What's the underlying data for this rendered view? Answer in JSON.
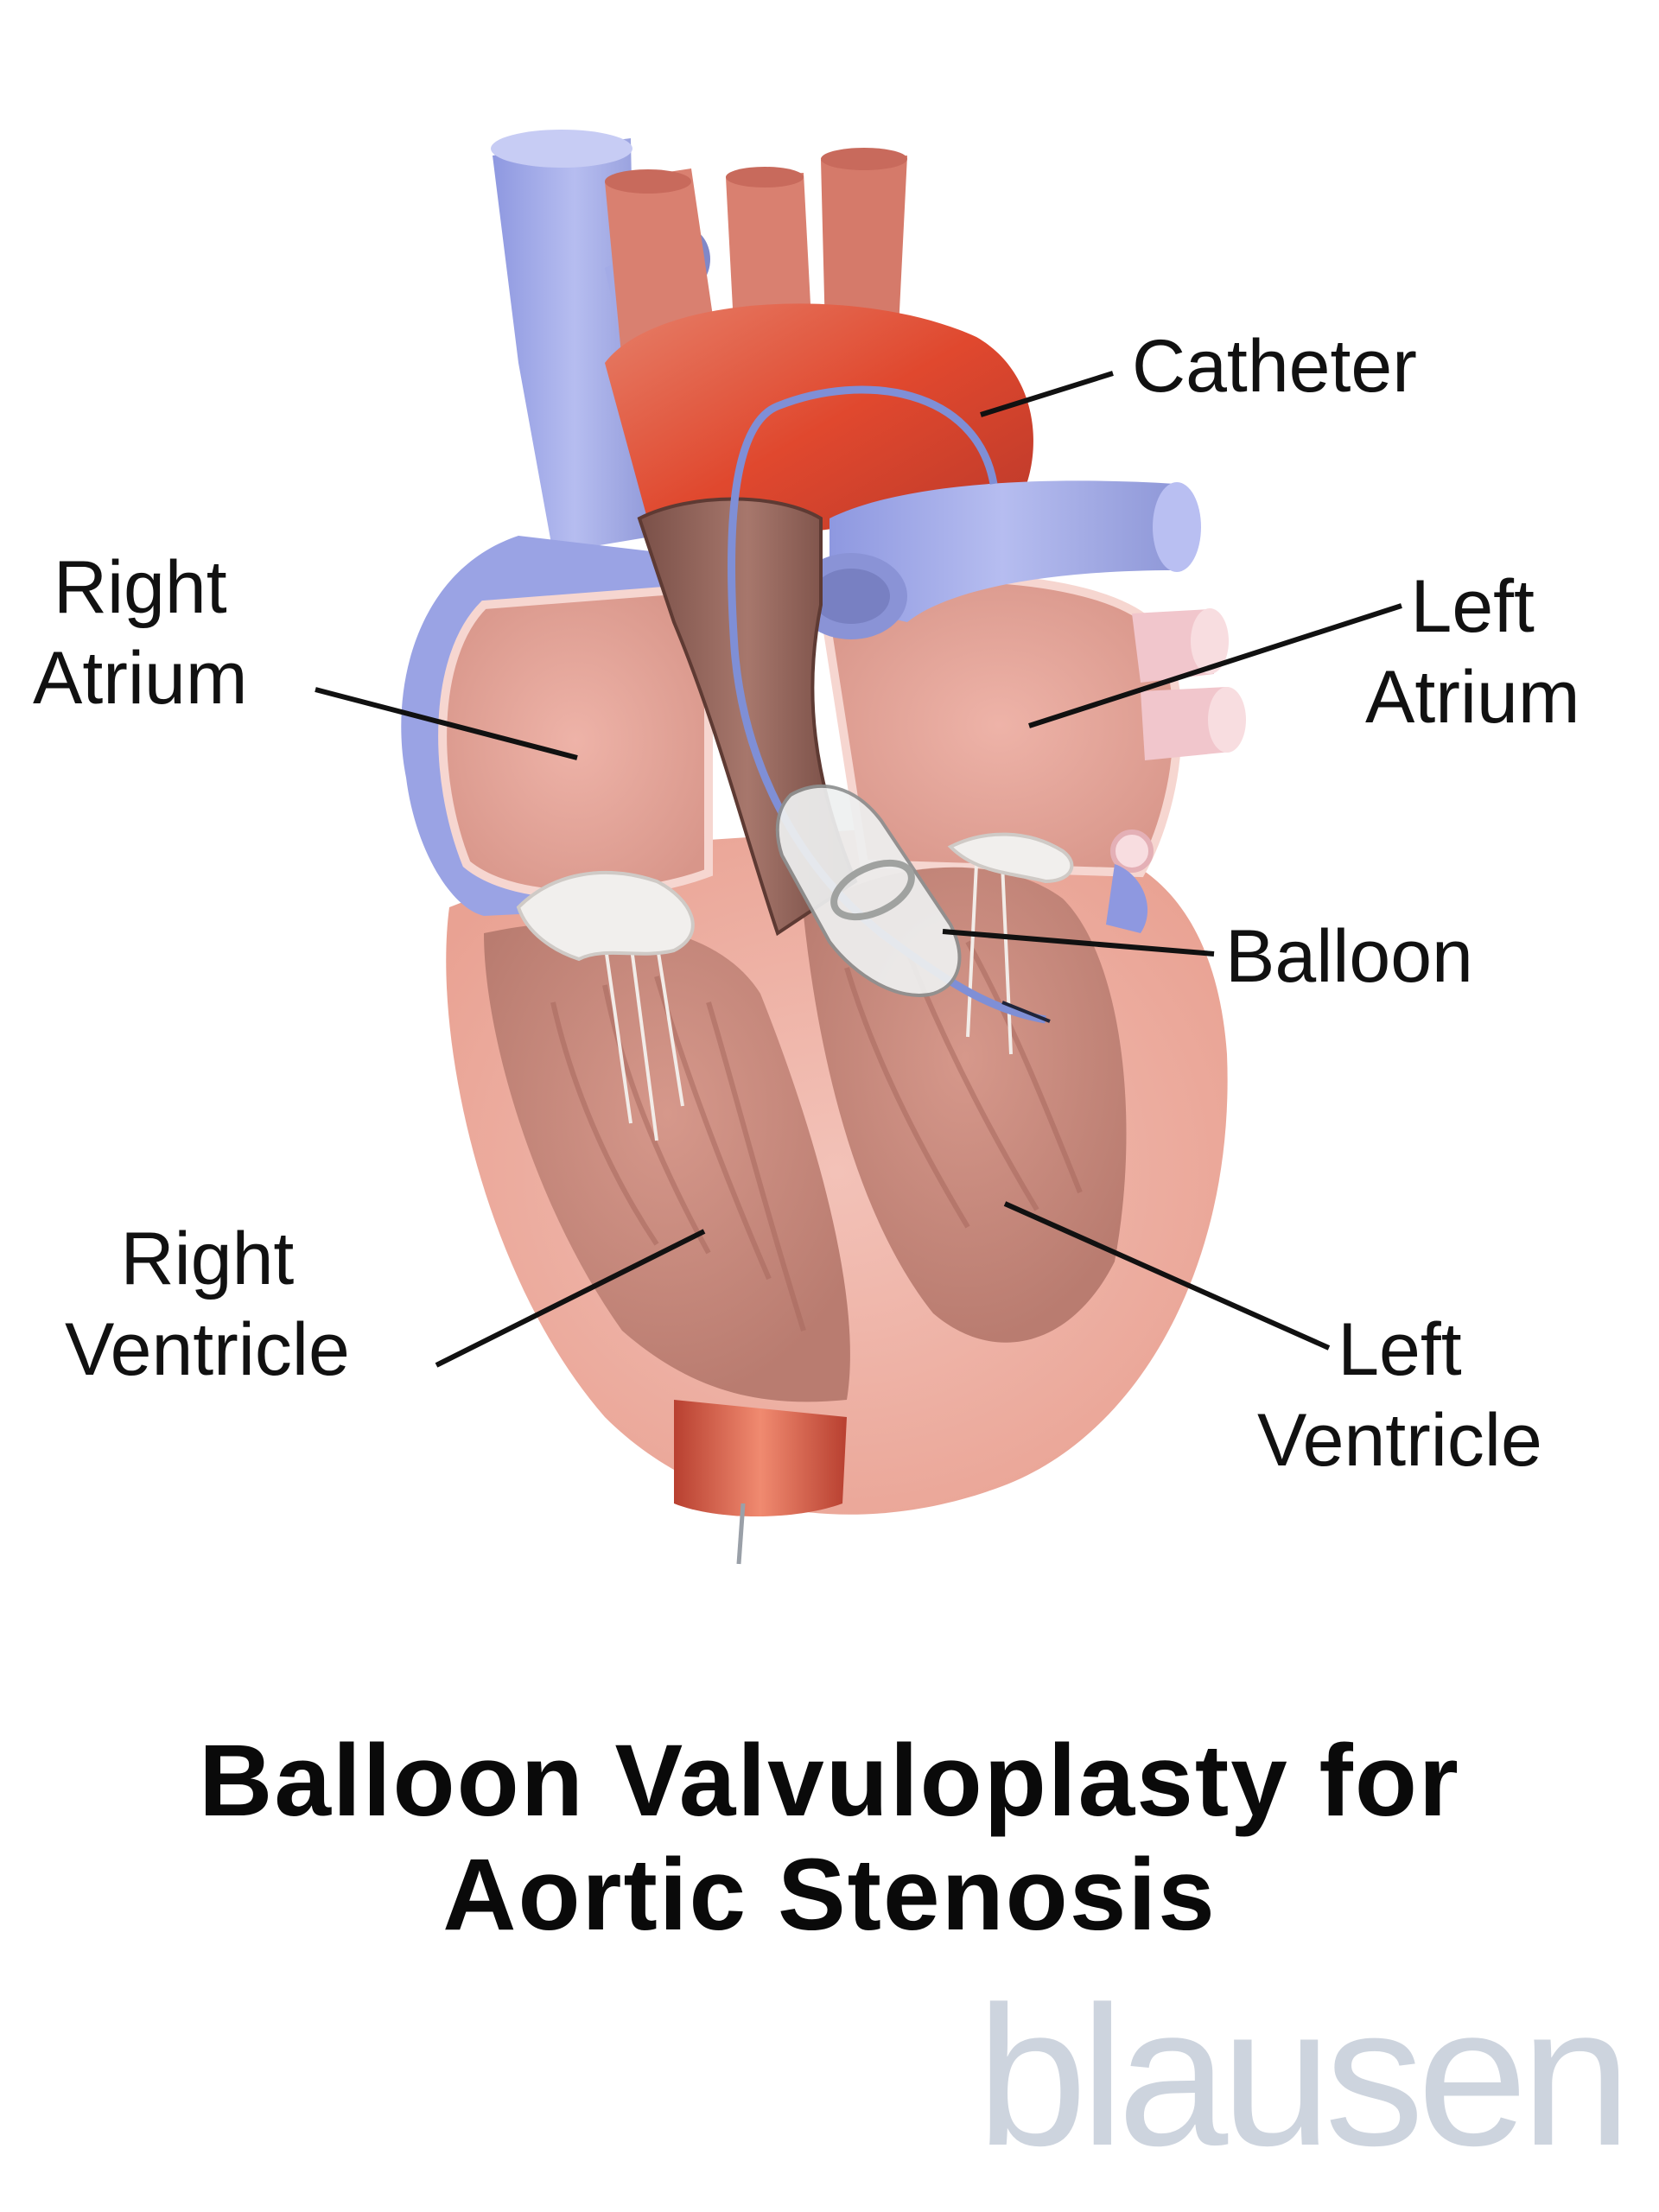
{
  "labels": {
    "catheter": "Catheter",
    "right_atrium": [
      "Right",
      "Atrium"
    ],
    "left_atrium": [
      "Left",
      "Atrium"
    ],
    "balloon": "Balloon",
    "right_ventricle": [
      "Right",
      "Ventricle"
    ],
    "left_ventricle": [
      "Left",
      "Ventricle"
    ]
  },
  "title": [
    "Balloon Valvuloplasty for",
    "Aortic Stenosis"
  ],
  "logo": "blausen",
  "colors": {
    "vein_blue": "#9fa8e8",
    "artery_red": "#d9503a",
    "heart_pink": "#f2b3a7",
    "muscle": "#c98a7e",
    "logo_gray": "#cdd4de"
  }
}
